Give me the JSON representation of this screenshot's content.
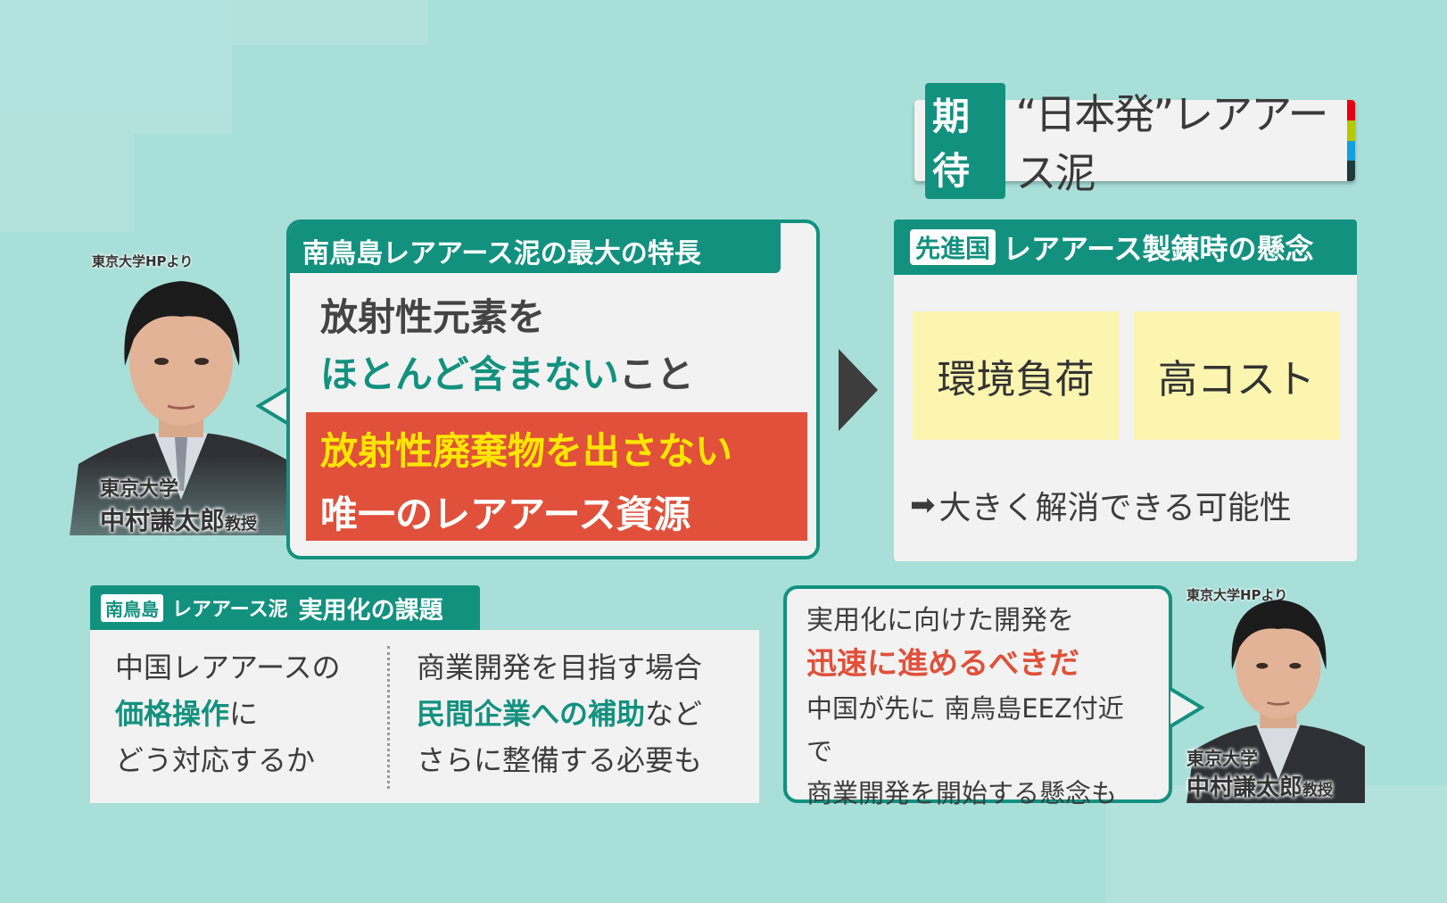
{
  "title": {
    "tag": "期待",
    "text": "“日本発”レアアース泥"
  },
  "colors": {
    "teal": "#13917f",
    "red": "#e0503a",
    "yellow_text": "#ffe600",
    "yellow_box": "#fbf5b0",
    "bar": [
      "#e60012",
      "#b5c800",
      "#12a0e0",
      "#1e3a3a"
    ]
  },
  "left_person": {
    "source": "東京大学HPより",
    "affiliation": "東京大学",
    "name": "中村謙太郎",
    "title": "教授"
  },
  "feature": {
    "header": "南鳥島レアアース泥の最大の特長",
    "line1": "放射性元素を",
    "line2_teal": "ほとんど含まない",
    "line2_rest": "こと",
    "red_line1": "放射性廃棄物を出さない",
    "red_line2": "唯一のレアアース資源"
  },
  "concern": {
    "tag": "先進国",
    "header": "レアアース製錬時の懸念",
    "box1": "環境負荷",
    "box2": "高コスト",
    "result": "大きく解消できる可能性"
  },
  "issues": {
    "tag": "南鳥島",
    "header_small": "レアアース泥",
    "header": "実用化の課題",
    "left": {
      "l1": "中国レアアースの",
      "l2_teal": "価格操作",
      "l2_rest": "に",
      "l3": "どう対応するか"
    },
    "right": {
      "l1": "商業開発を目指す場合",
      "l2_teal": "民間企業への補助",
      "l2_rest": "など",
      "l3": "さらに整備する必要も"
    }
  },
  "quote": {
    "l1": "実用化に向けた開発を",
    "l2_red": "迅速に進めるべきだ",
    "l3": "中国が先に 南鳥島EEZ付近で",
    "l4": "商業開発を開始する懸念も"
  },
  "right_person": {
    "source": "東京大学HPより",
    "affiliation": "東京大学",
    "name": "中村謙太郎",
    "title": "教授"
  }
}
